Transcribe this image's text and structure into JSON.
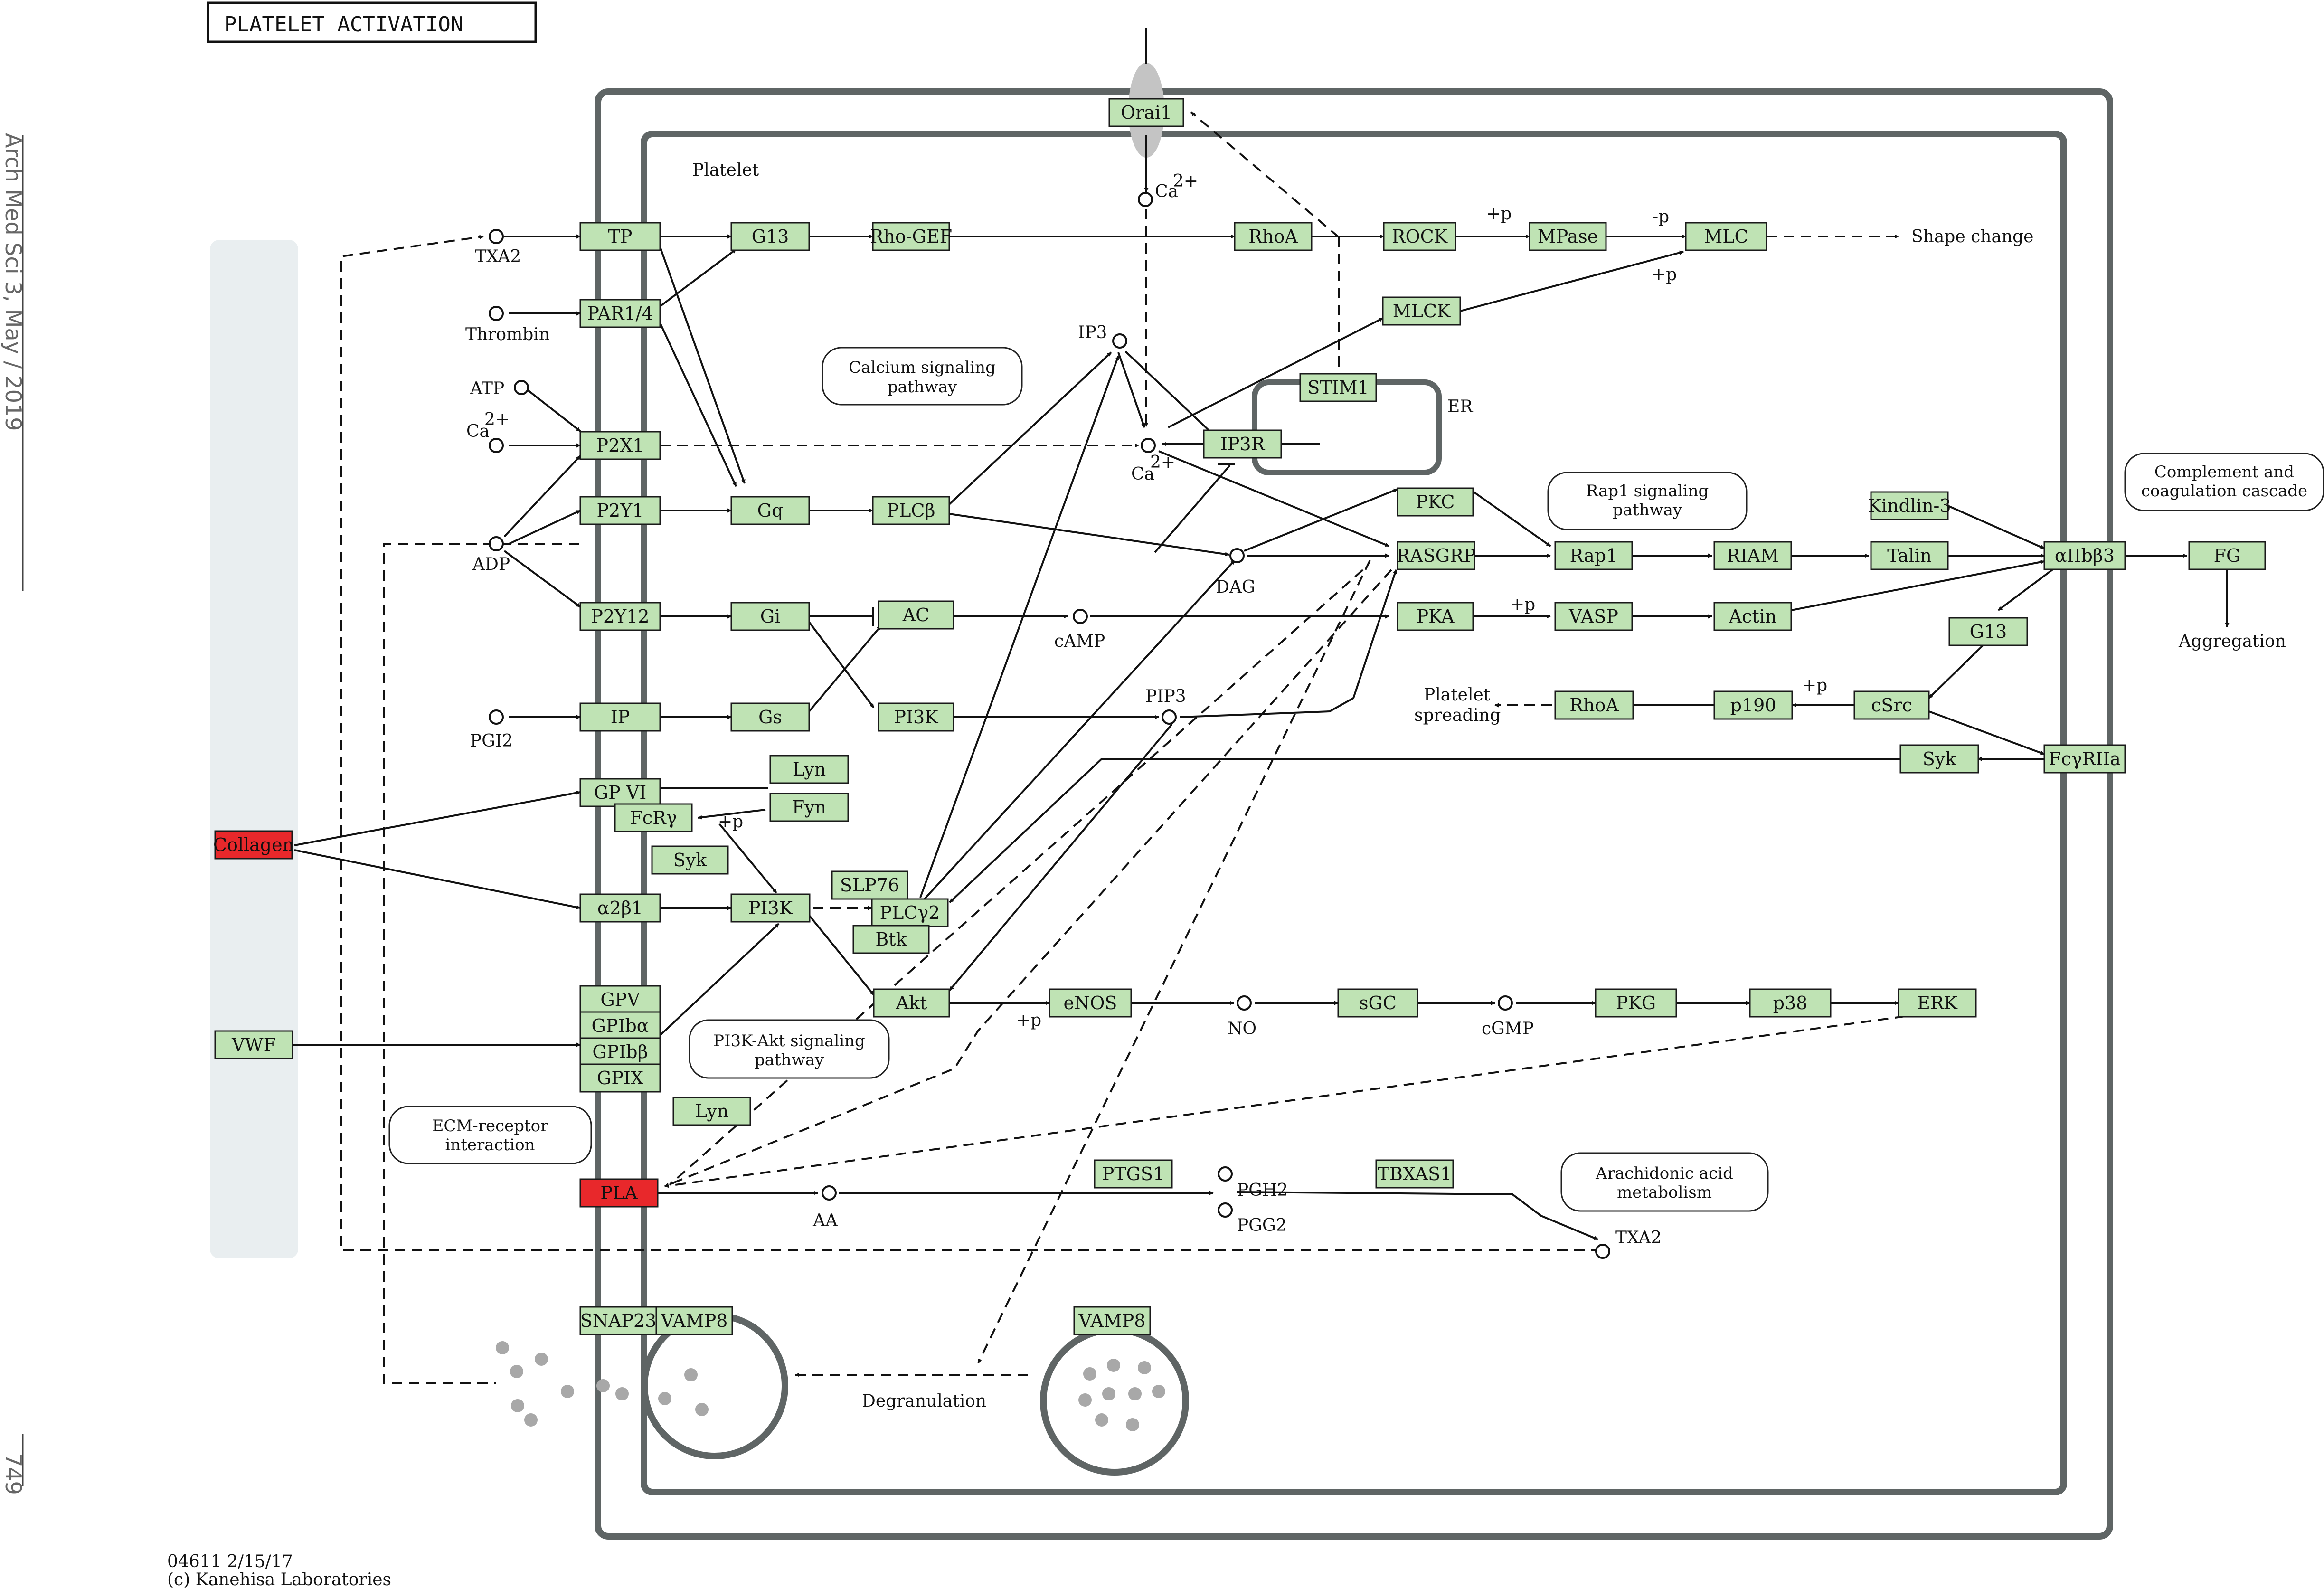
{
  "title": "PLATELET ACTIVATION",
  "side_text": "Arch Med Sci 3, May / 2019",
  "page_number": "749",
  "footer": {
    "id": "04611 2/15/17",
    "copyright": "(c) Kanehisa Laboratories"
  },
  "colors": {
    "gene_fill": "#bfe3b4",
    "highlight_fill": "#e8282b",
    "membrane": "#5f6565",
    "extracellular_bar": "#e9eef0",
    "vesicle_dot": "#a8a8a8"
  },
  "labels": {
    "platelet": "Platelet",
    "er": "ER",
    "txa2": "TXA2",
    "thrombin": "Thrombin",
    "atp": "ATP",
    "ca": "Ca",
    "sup2": "2+",
    "adp": "ADP",
    "pgi2": "PGI2",
    "ip3": "IP3",
    "dag": "DAG",
    "camp": "cAMP",
    "pip3": "PIP3",
    "no": "NO",
    "cgmp": "cGMP",
    "aa": "AA",
    "pgh2": "PGH2",
    "pgg2": "PGG2",
    "txa2b": "TXA2",
    "degranulation": "Degranulation",
    "shape_change": "Shape change",
    "aggregation": "Aggregation",
    "platelet_spreading_1": "Platelet",
    "platelet_spreading_2": "spreading",
    "plus_p": "+p",
    "minus_p": "-p"
  },
  "maps": {
    "calcium_1": "Calcium signaling",
    "calcium_2": "pathway",
    "rap1_1": "Rap1 signaling",
    "rap1_2": "pathway",
    "complement_1": "Complement and",
    "complement_2": "coagulation cascade",
    "pi3k_1": "PI3K-Akt signaling",
    "pi3k_2": "pathway",
    "ecm_1": "ECM-receptor",
    "ecm_2": "interaction",
    "arachidonic_1": "Arachidonic acid",
    "arachidonic_2": "metabolism"
  },
  "genes": {
    "orai1": "Orai1",
    "tp": "TP",
    "g13": "G13",
    "rhogef": "Rho-GEF",
    "rhoa": "RhoA",
    "rock": "ROCK",
    "mpase": "MPase",
    "mlc": "MLC",
    "par14": "PAR1/4",
    "mlck": "MLCK",
    "stim1": "STIM1",
    "p2x1": "P2X1",
    "ip3r": "IP3R",
    "p2y1": "P2Y1",
    "gq": "Gq",
    "plcb": "PLCβ",
    "pkc": "PKC",
    "kindlin3": "Kindlin-3",
    "rasgrp": "RASGRP",
    "rap1": "Rap1",
    "riam": "RIAM",
    "talin": "Talin",
    "aiib3": "αIIbβ3",
    "fg": "FG",
    "p2y12": "P2Y12",
    "gi": "Gi",
    "ac": "AC",
    "pka": "PKA",
    "vasp": "VASP",
    "actin": "Actin",
    "g13b": "G13",
    "ip": "IP",
    "gs": "Gs",
    "pi3k": "PI3K",
    "rhoa2": "RhoA",
    "p190": "p190",
    "csrc": "cSrc",
    "syk": "Syk",
    "fcgr2a": "FcγRIIa",
    "gpvi": "GP VI",
    "lyn": "Lyn",
    "fyn": "Fyn",
    "fcry": "FcRγ",
    "syk2": "Syk",
    "collagen": "Collagen",
    "a2b1": "α2β1",
    "pi3k2": "PI3K",
    "slp76": "SLP76",
    "plcy2": "PLCγ2",
    "btk": "Btk",
    "akt": "Akt",
    "enos": "eNOS",
    "sgc": "sGC",
    "pkg": "PKG",
    "p38": "p38",
    "erk": "ERK",
    "gpv": "GPV",
    "gp1ba": "GPIbα",
    "gp1bb": "GPIbβ",
    "gpix": "GPIX",
    "vwf": "VWF",
    "lyn2": "Lyn",
    "pla": "PLA",
    "ptgs1": "PTGS1",
    "tbxas1": "TBXAS1",
    "snap23": "SNAP23",
    "vamp8": "VAMP8",
    "vamp8b": "VAMP8"
  }
}
